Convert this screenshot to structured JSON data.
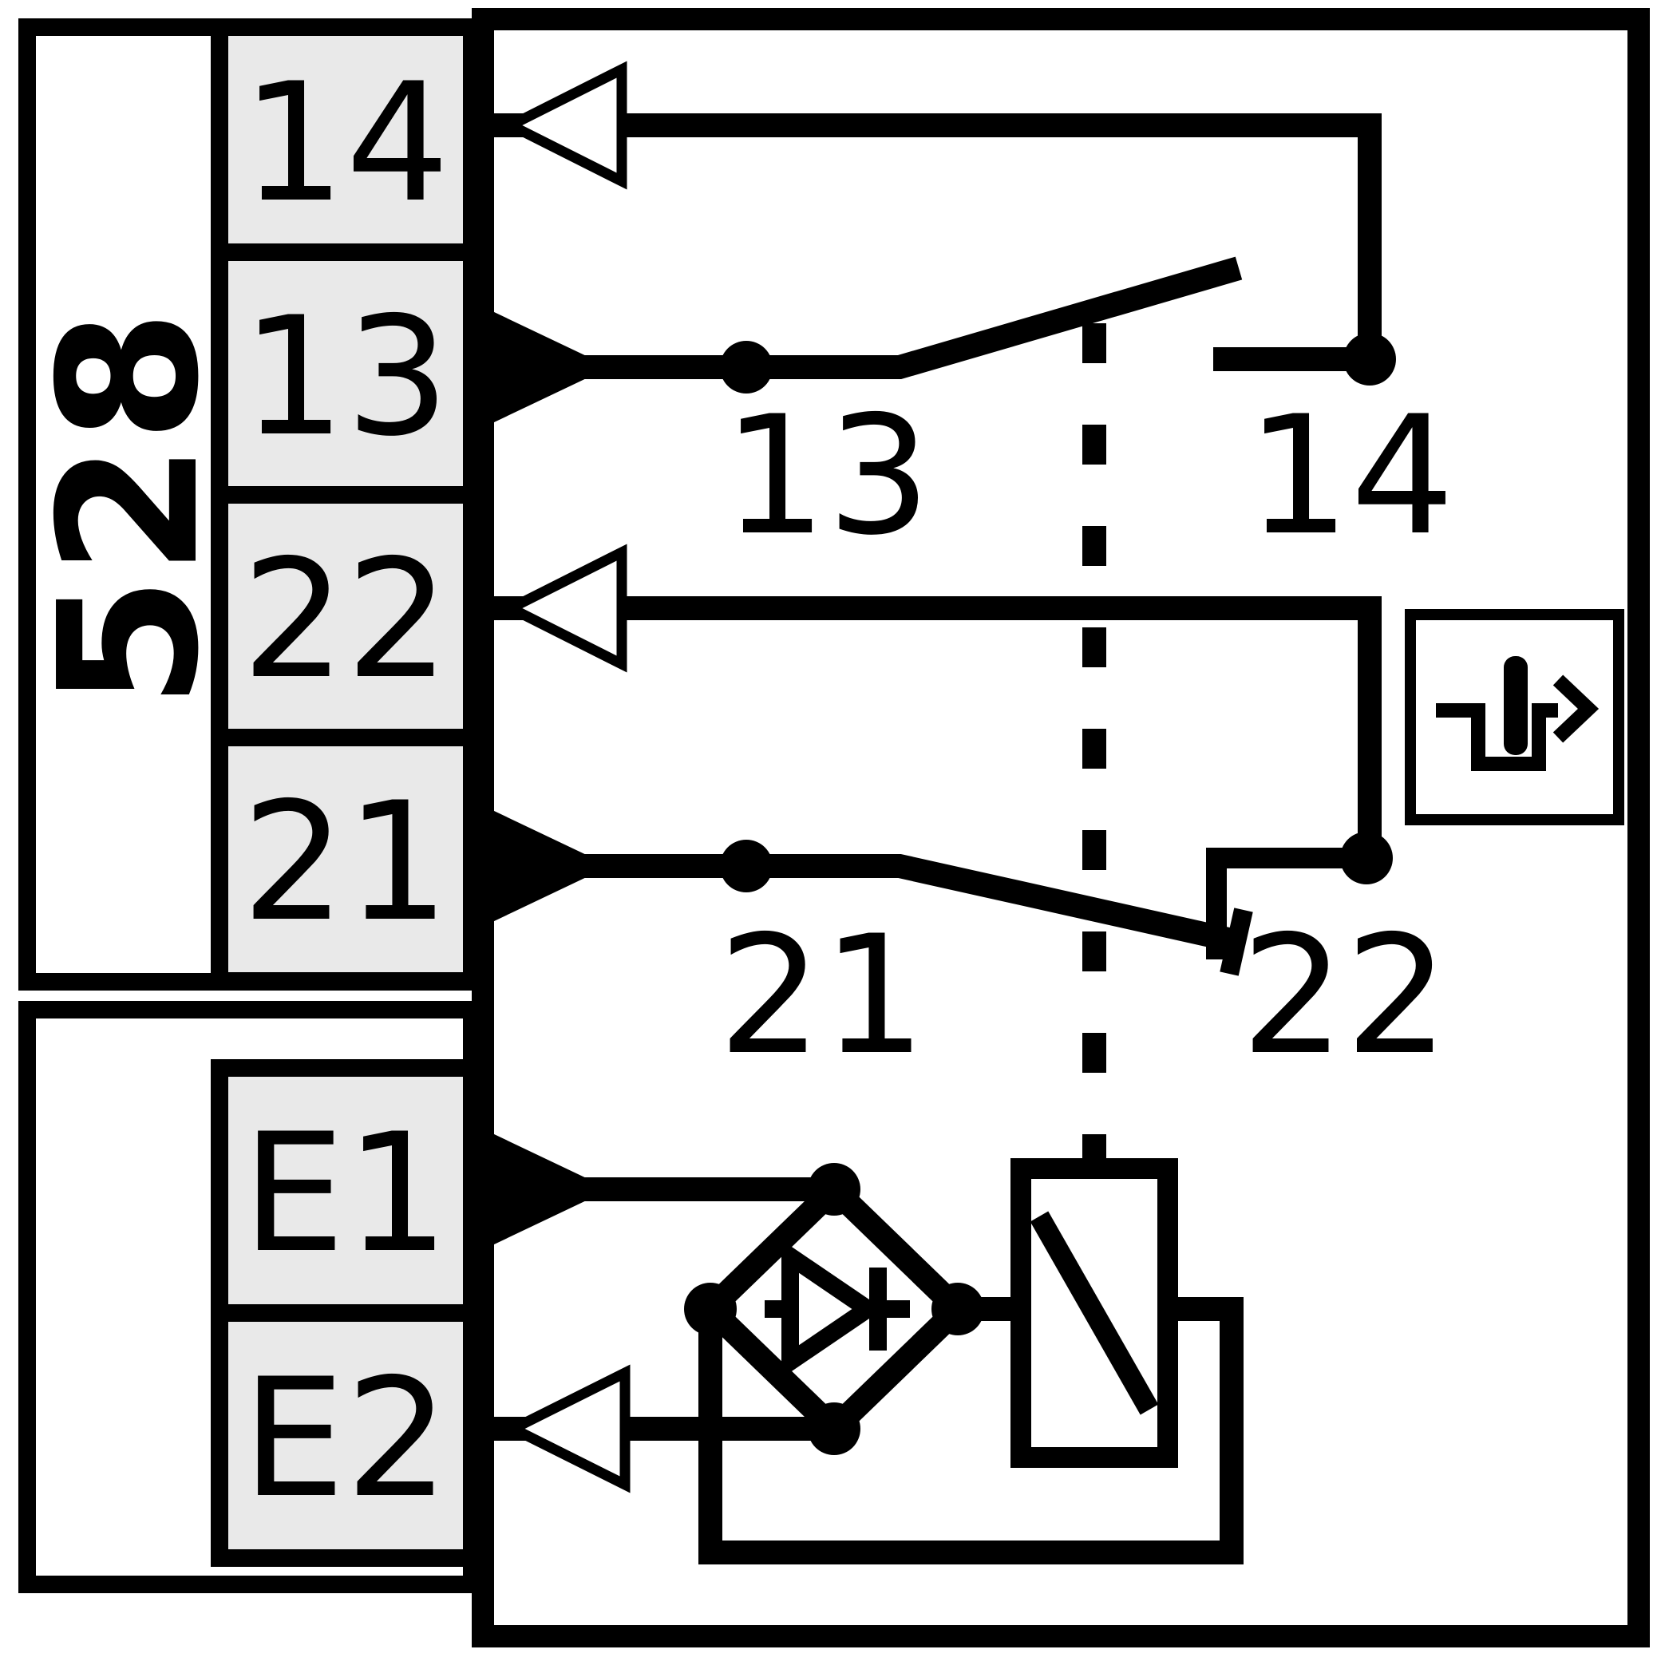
{
  "module_label": "528",
  "terminals": {
    "upper": [
      {
        "id": "14"
      },
      {
        "id": "13"
      },
      {
        "id": "22"
      },
      {
        "id": "21"
      }
    ],
    "lower": [
      {
        "id": "E1"
      },
      {
        "id": "E2"
      }
    ]
  },
  "contacts": {
    "no": {
      "type": "normally-open",
      "from_label": "13",
      "to_label": "14"
    },
    "nc": {
      "type": "normally-closed",
      "from_label": "21",
      "to_label": "22"
    }
  },
  "components": {
    "actuator_icon": "plunger-actuated-switch",
    "rectifier_icon": "bridge-rectifier-diode",
    "coil_icon": "relay-coil",
    "mechanical_link": "dashed-line"
  },
  "colors": {
    "line": "#000000",
    "fill": "#e9e9e9",
    "bg": "#ffffff"
  }
}
